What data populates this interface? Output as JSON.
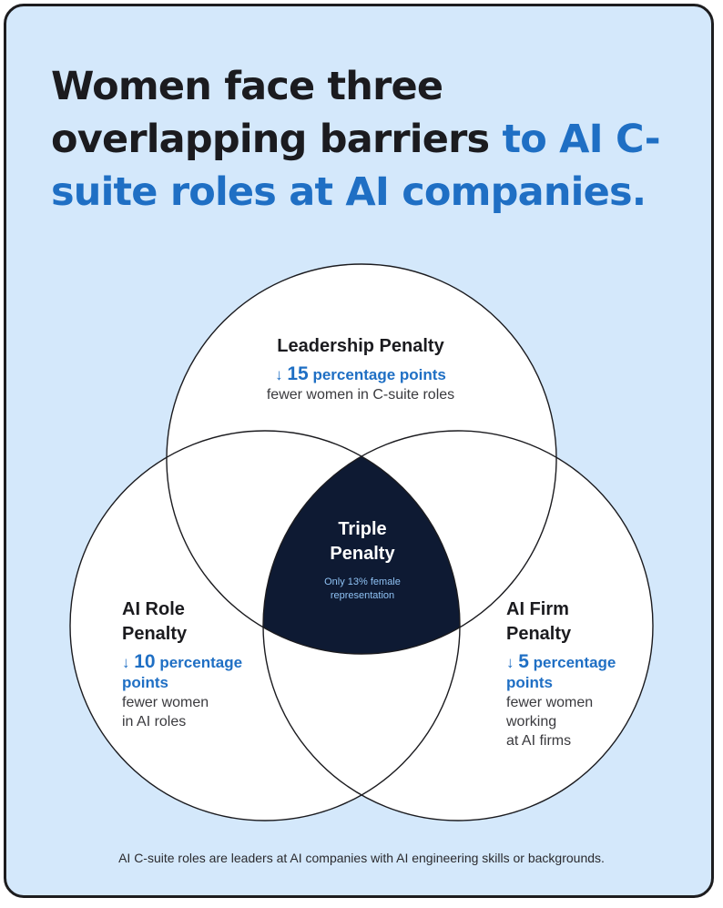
{
  "title": {
    "dark": "Women face three overlapping barriers",
    "accent": "to AI C-suite roles at AI companies."
  },
  "circles": {
    "leadership": {
      "heading": "Leadership Penalty",
      "arrow": "↓",
      "value": "15",
      "unit": "percentage points",
      "description": "fewer women in C-suite roles"
    },
    "ai_role": {
      "heading_line1": "AI Role",
      "heading_line2": "Penalty",
      "arrow": "↓",
      "value": "10",
      "unit_line1": "percentage",
      "unit_line2": "points",
      "description_line1": "fewer women",
      "description_line2": "in AI roles"
    },
    "ai_firm": {
      "heading_line1": "AI Firm",
      "heading_line2": "Penalty",
      "arrow": "↓",
      "value": "5",
      "unit_line1": "percentage",
      "unit_line2": "points",
      "description_line1": "fewer women",
      "description_line2": "working",
      "description_line3": "at AI firms"
    }
  },
  "triple_penalty": {
    "heading_line1": "Triple",
    "heading_line2": "Penalty",
    "note_line1": "Only 13% female",
    "note_line2": "representation"
  },
  "footnote": "AI C-suite roles are leaders at AI companies with AI engineering skills or backgrounds.",
  "colors": {
    "background": "#d4e8fb",
    "accent": "#1f6fc4",
    "dark": "#1b1b1f",
    "triple_fill": "#0e1a33",
    "circle_fill": "#ffffff"
  }
}
